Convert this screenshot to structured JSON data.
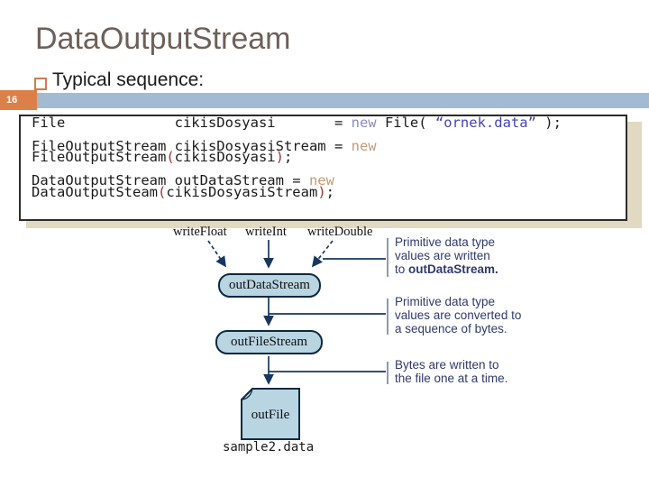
{
  "slide": {
    "title": "DataOutputStream",
    "bullet_text": "Typical sequence:",
    "page_number": "16"
  },
  "code": {
    "lines": [
      {
        "segments": [
          {
            "text": "File             cikisDosyasi       = "
          },
          {
            "text": "new"
          },
          {
            "text": " File( "
          },
          {
            "text": "“ornek.data”"
          },
          {
            "text": " );"
          }
        ]
      },
      {
        "segments": [
          {
            "text": "FileOutputStream cikisDosyasiStream = "
          },
          {
            "text": "new"
          }
        ]
      },
      {
        "segments": [
          {
            "text": "FileOutputStream"
          },
          {
            "text": "("
          },
          {
            "text": "cikisDosyasi"
          },
          {
            "text": ")"
          },
          {
            "text": ";"
          }
        ]
      },
      {
        "segments": [
          {
            "text": "DataOutputStream outDataStream = "
          },
          {
            "text": "new"
          }
        ]
      },
      {
        "segments": [
          {
            "text": "DataOutputSteam"
          },
          {
            "text": "("
          },
          {
            "text": "cikisDosyasiStream"
          },
          {
            "text": ")"
          },
          {
            "text": ";"
          }
        ]
      }
    ]
  },
  "diagram": {
    "method_labels": [
      "writeFloat",
      "writeInt",
      "writeDouble"
    ],
    "nodes": {
      "data_stream": "outDataStream",
      "file_stream": "outFileStream",
      "file": "outFile"
    },
    "file_caption": "sample2.data",
    "annotations": [
      {
        "lines": [
          "Primitive data type",
          "values are written",
          "to "
        ],
        "bold": "outDataStream."
      },
      {
        "lines": [
          "Primitive data type",
          "values are converted to",
          "a sequence of bytes."
        ]
      },
      {
        "lines": [
          "Bytes are written to",
          "the file one at a time."
        ]
      }
    ],
    "colors": {
      "line": "#17375e",
      "node_fill": "#b9d5e2",
      "annotation_text": "#2e3a6d"
    }
  },
  "colors": {
    "accent_orange": "#dd8047",
    "band_blue": "#a2bbd2",
    "shadow_beige": "#e2d9c2",
    "title_brown": "#6e6058",
    "keyword_purple": "#8c8cc4",
    "keyword_tan": "#c49a76",
    "string_blue": "#4343bd",
    "paren_red": "#a03535"
  }
}
